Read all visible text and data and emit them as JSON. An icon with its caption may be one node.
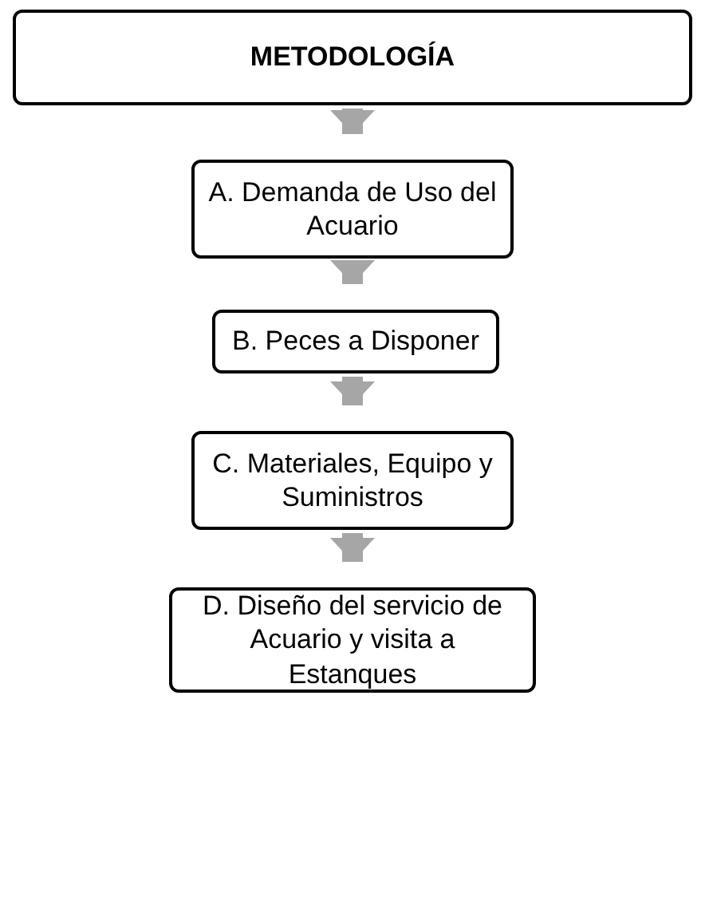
{
  "diagram": {
    "nodes": [
      {
        "text": [
          "METODOLOGÍA"
        ]
      },
      {
        "text": [
          "A. Demanda de Uso del Acuario"
        ]
      },
      {
        "text": [
          "B. Peces a Disponer"
        ]
      },
      {
        "text": [
          "C. Materiales, Equipo y Suministros"
        ]
      },
      {
        "text": [
          "D. Diseño del servicio de Acuario y visita a Estanques"
        ]
      }
    ],
    "edges": [
      {
        "from": 0,
        "to": 1,
        "arrow": "to"
      },
      {
        "from": 1,
        "to": 2,
        "arrow": "to"
      },
      {
        "from": 2,
        "to": 3,
        "arrow": "to"
      },
      {
        "from": 3,
        "to": 4,
        "arrow": "to"
      }
    ]
  }
}
